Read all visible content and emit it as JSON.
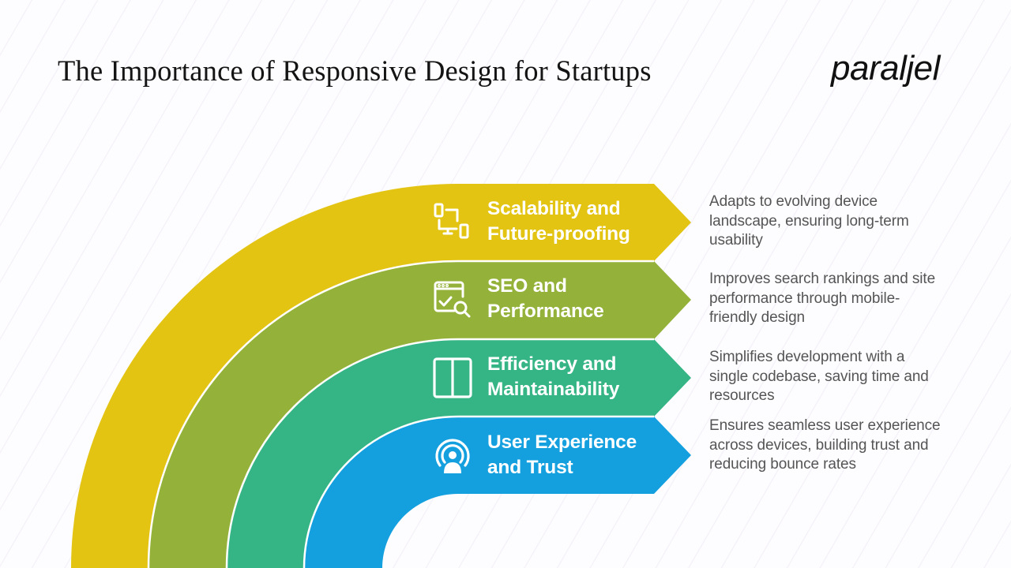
{
  "header": {
    "title": "The Importance of Responsive Design for Startups",
    "logo": "paraljel"
  },
  "colors": {
    "scalability": "#e3c412",
    "seo": "#94b23a",
    "efficiency": "#35b585",
    "user_experience": "#14a0df",
    "description_text": "#555555",
    "background": "#fdfcfe"
  },
  "bands": [
    {
      "label_line1": "Scalability and",
      "label_line2": "Future-proofing",
      "icon": "devices-network-icon",
      "description": "Adapts to evolving device landscape, ensuring long-term usability"
    },
    {
      "label_line1": "SEO and",
      "label_line2": "Performance",
      "icon": "browser-search-check-icon",
      "description": "Improves search rankings and site performance through mobile-friendly design"
    },
    {
      "label_line1": "Efficiency and",
      "label_line2": "Maintainability",
      "icon": "split-panel-icon",
      "description": "Simplifies development with a single codebase, saving time and resources"
    },
    {
      "label_line1": "User Experience",
      "label_line2": "and Trust",
      "icon": "user-broadcast-icon",
      "description": "Ensures seamless user experience across devices, building trust and reducing bounce rates"
    }
  ]
}
